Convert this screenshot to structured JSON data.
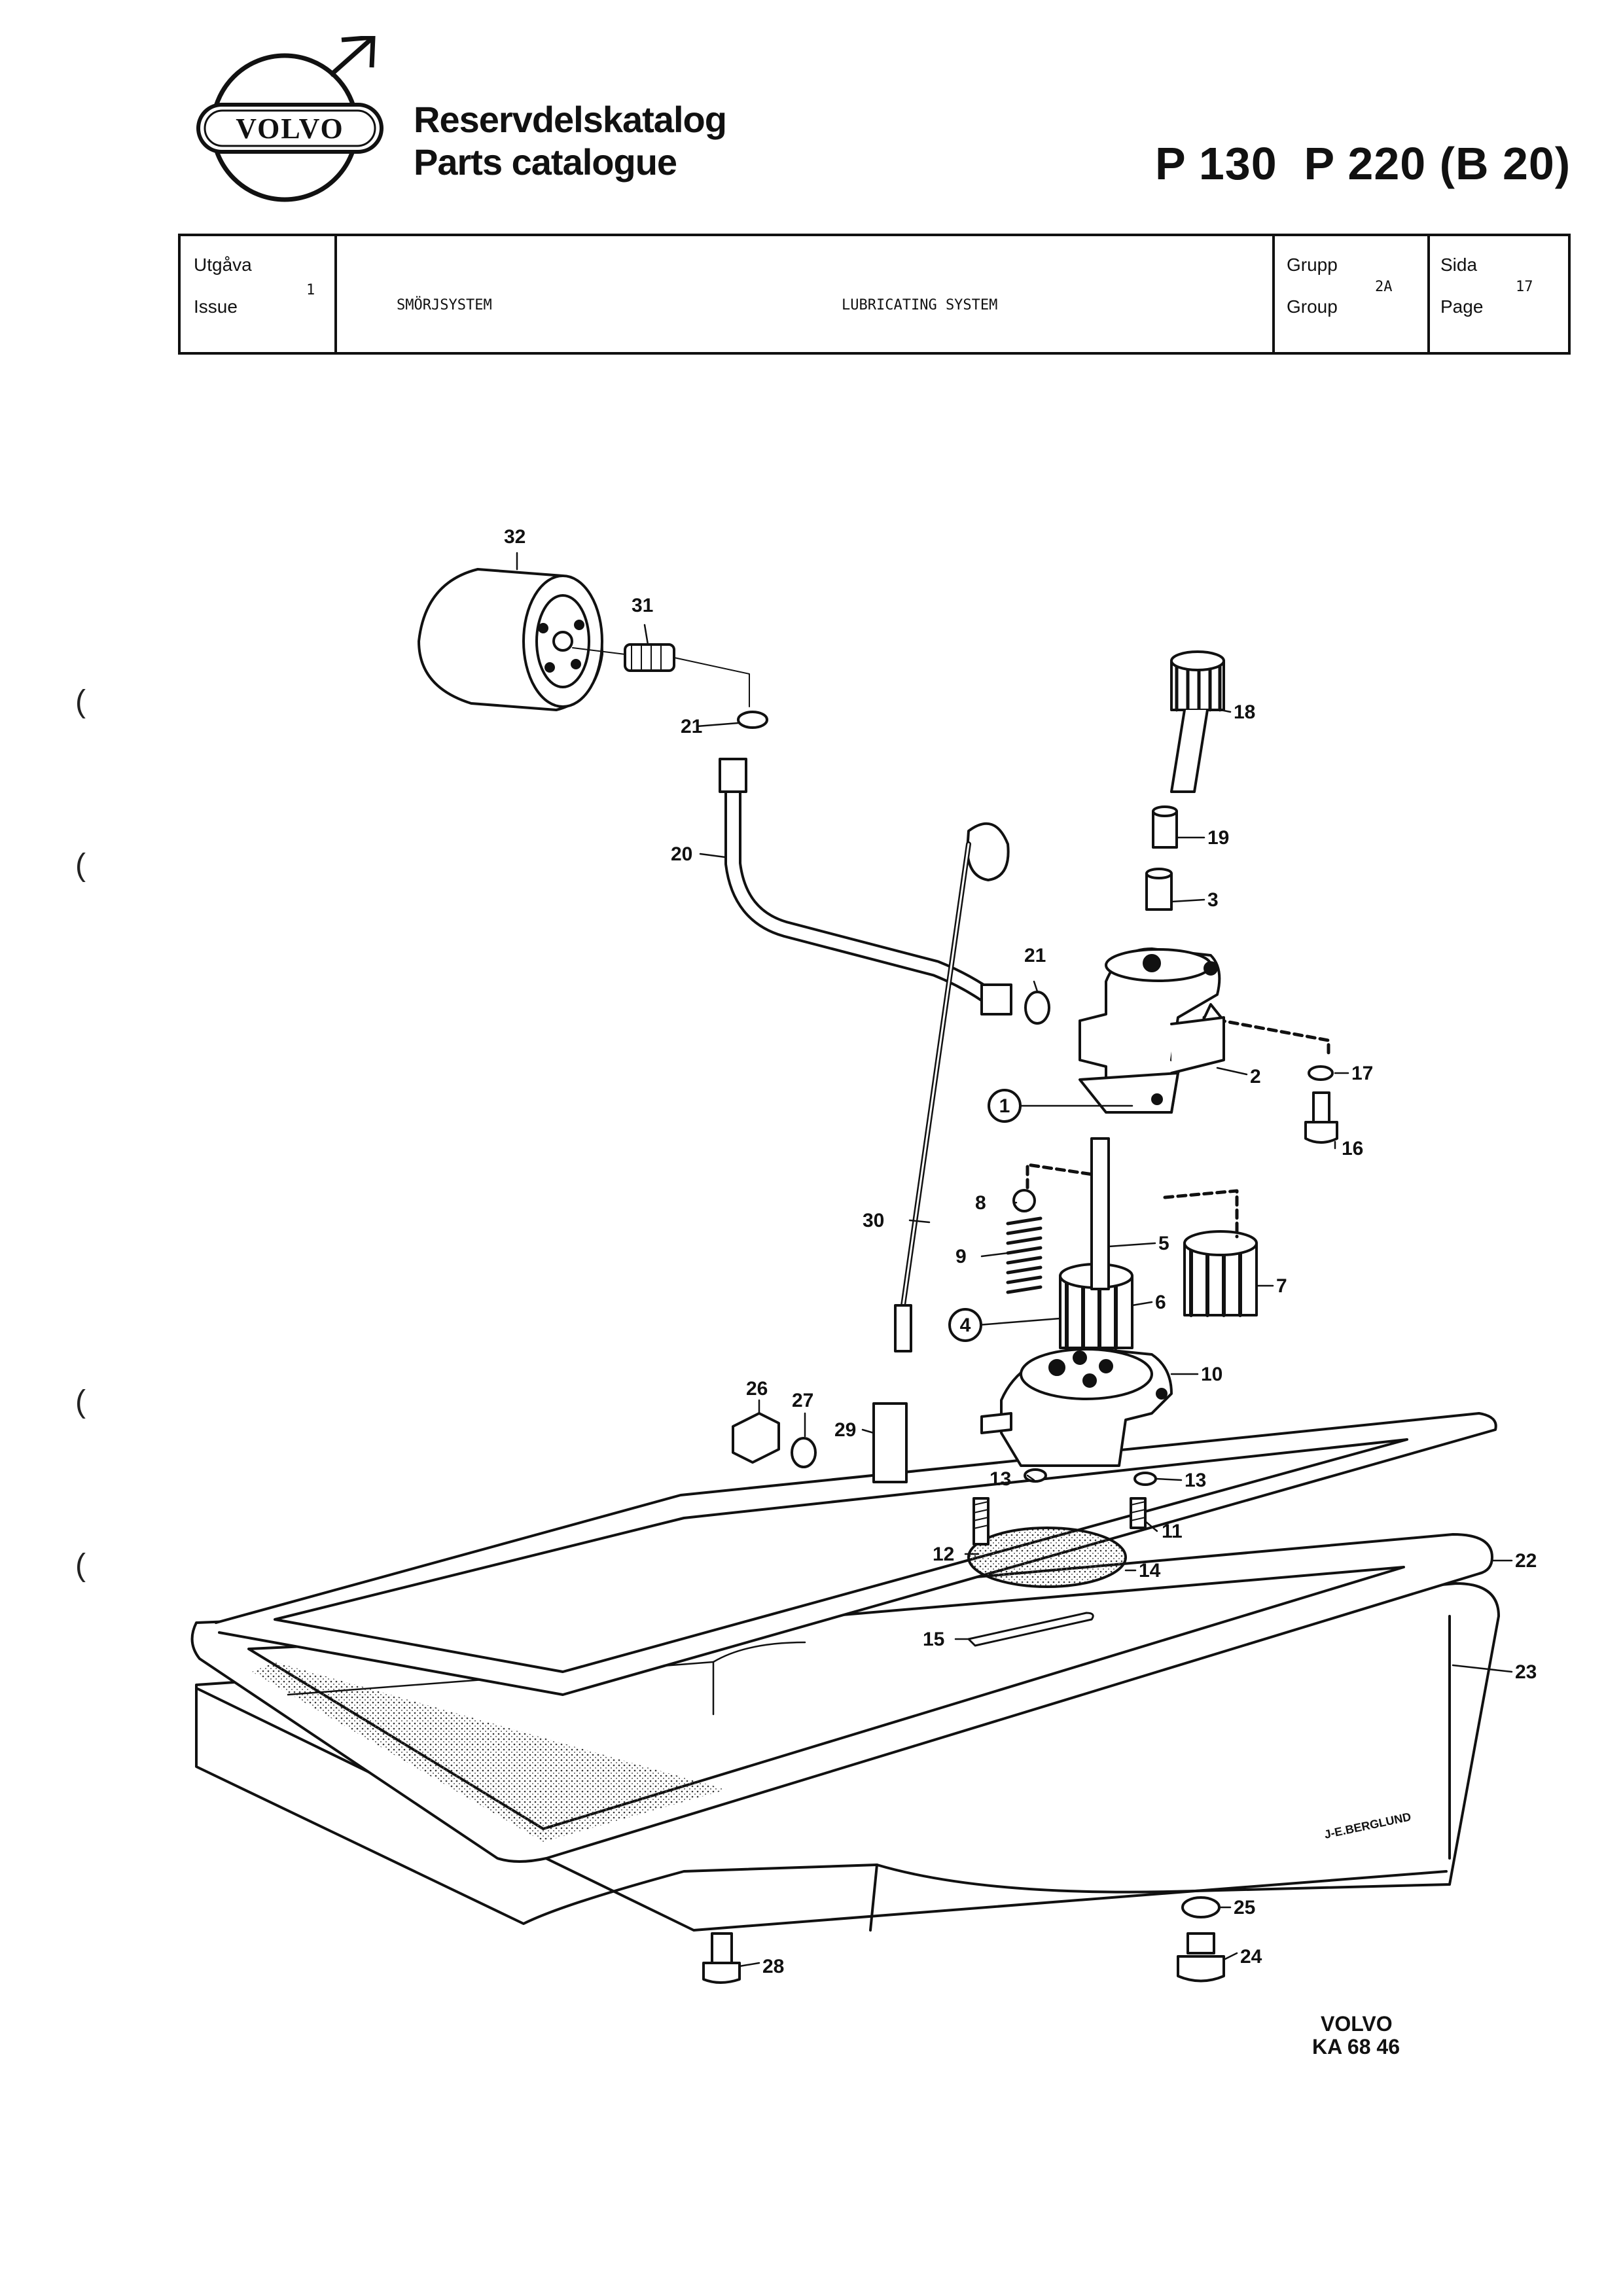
{
  "header": {
    "brand": "VOLVO",
    "title_sv": "Reservdelskatalog",
    "title_en": "Parts catalogue",
    "models": "P 130  P 220 (B 20)"
  },
  "info": {
    "issue_label_sv": "Utgåva",
    "issue_label_en": "Issue",
    "issue_value": "1",
    "section_sv": "SMÖRJSYSTEM",
    "section_en": "LUBRICATING SYSTEM",
    "group_label_sv": "Grupp",
    "group_label_en": "Group",
    "group_value": "2A",
    "page_label_sv": "Sida",
    "page_label_en": "Page",
    "page_value": "17"
  },
  "diagram": {
    "artist": "J-E.BERGLUND",
    "callouts": {
      "c1": "1",
      "c2": "2",
      "c3": "3",
      "c4": "4",
      "c5": "5",
      "c6": "6",
      "c7": "7",
      "c8": "8",
      "c9": "9",
      "c10": "10",
      "c11": "11",
      "c12": "12",
      "c13a": "13",
      "c13b": "13",
      "c14": "14",
      "c15": "15",
      "c16": "16",
      "c17": "17",
      "c18": "18",
      "c19": "19",
      "c20": "20",
      "c21a": "21",
      "c21b": "21",
      "c22": "22",
      "c23": "23",
      "c24": "24",
      "c25": "25",
      "c26": "26",
      "c27": "27",
      "c28": "28",
      "c29": "29",
      "c30": "30",
      "c31": "31",
      "c32": "32"
    }
  },
  "footer": {
    "brand": "VOLVO",
    "ref": "KA 68 46"
  },
  "margin_marks": [
    "(",
    "(",
    "(",
    "("
  ]
}
